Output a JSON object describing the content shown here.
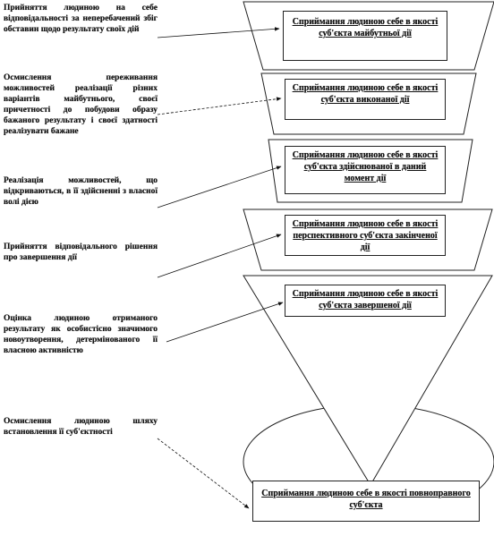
{
  "left_labels": [
    "Прийняття людиною на себе відповідальності за неперебачений збіг обставин щодо результату своїх дій",
    "Осмислення переживання можливостей реалізації різних варіантів майбутнього, своєї причетності до побудови образу бажаного результату і своєї здатності реалізувати бажане",
    "Реалізація можливостей, що відкриваються, в її здійсненні з власної волі дією",
    "Прийняття відповідального рішення про завершення дії",
    "Оцінка людиною отриманого результату як особистісно значимого новоутворення, детермінованого її власною активністю",
    "Осмислення людиною шляху встановлення її суб'єктності"
  ],
  "right_boxes": [
    "Сприймання людиною себе в якості суб'єкта майбутньої дії",
    "Сприймання людиною себе в якості суб'єкта виконаної дії",
    "Сприймання людиною себе в якості суб'єкта здійснюваної в даний момент дії",
    "Сприймання людиною себе в якості перспективного суб'єкта закінченої дії",
    "Сприймання людиною себе в якості суб'єкта завершеної дії",
    "Сприймання людиною себе в якості повноправного суб'єкта"
  ]
}
